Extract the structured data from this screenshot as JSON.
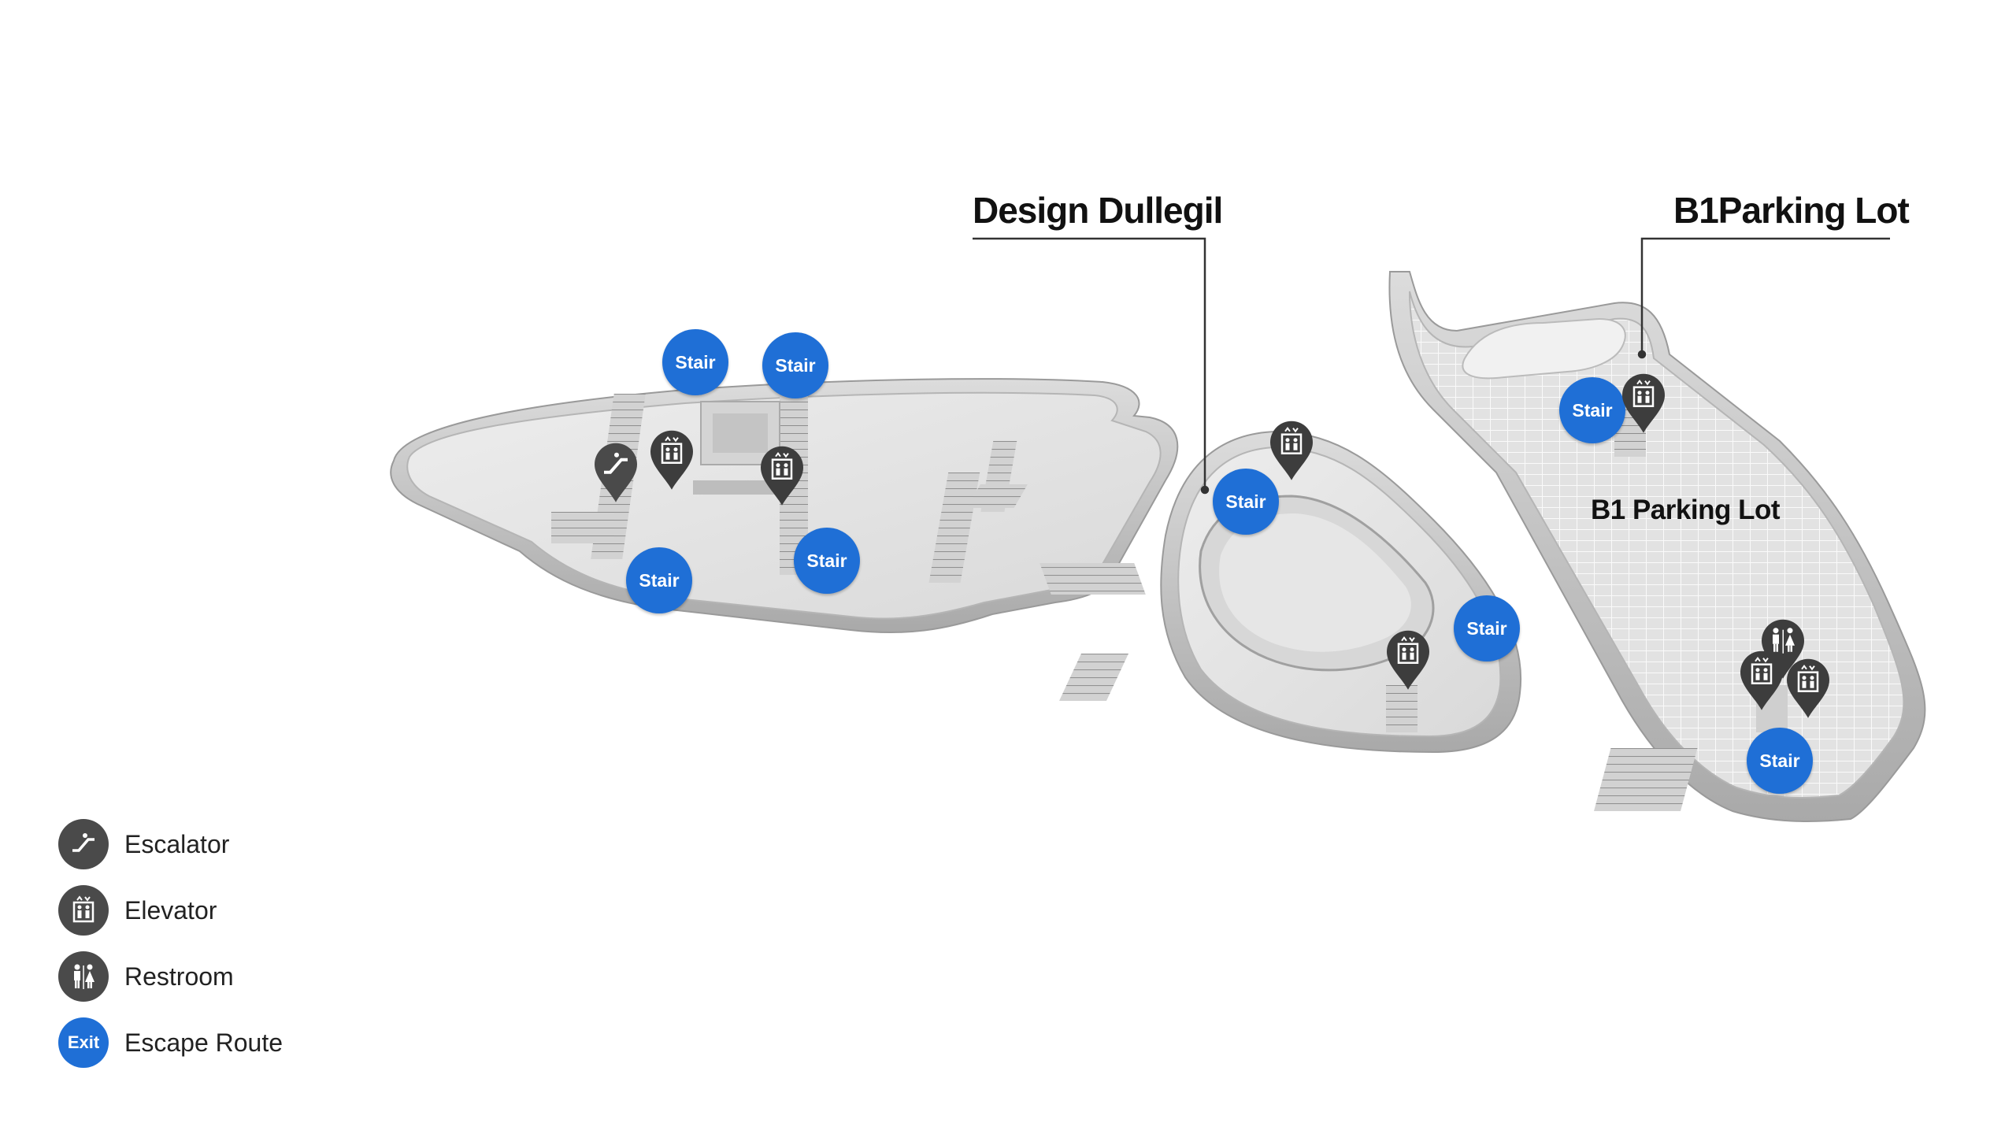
{
  "callouts": {
    "design_dullegil": "Design Dullegil",
    "b1_parking_top": "B1Parking Lot"
  },
  "zone_labels": {
    "b1_parking": "B1 Parking Lot"
  },
  "stair_label": "Stair",
  "stairs": [
    {
      "id": "stair-1",
      "label": "Stair"
    },
    {
      "id": "stair-2",
      "label": "Stair"
    },
    {
      "id": "stair-3",
      "label": "Stair"
    },
    {
      "id": "stair-4",
      "label": "Stair"
    },
    {
      "id": "stair-5",
      "label": "Stair"
    },
    {
      "id": "stair-6",
      "label": "Stair"
    },
    {
      "id": "stair-7",
      "label": "Stair"
    },
    {
      "id": "stair-8",
      "label": "Stair"
    }
  ],
  "pins": [
    {
      "id": "escalator-1",
      "icon": "escalator-icon"
    },
    {
      "id": "elevator-1",
      "icon": "elevator-icon"
    },
    {
      "id": "elevator-2",
      "icon": "elevator-icon"
    },
    {
      "id": "elevator-3",
      "icon": "elevator-icon"
    },
    {
      "id": "elevator-4",
      "icon": "elevator-icon"
    },
    {
      "id": "elevator-5",
      "icon": "elevator-icon"
    },
    {
      "id": "elevator-6",
      "icon": "elevator-icon"
    },
    {
      "id": "elevator-7",
      "icon": "elevator-icon"
    },
    {
      "id": "restroom-1",
      "icon": "restroom-icon"
    }
  ],
  "legend": {
    "escalator": "Escalator",
    "elevator": "Elevator",
    "restroom": "Restroom",
    "exit_badge": "Exit",
    "escape_route": "Escape Route"
  },
  "colors": {
    "stair_blue": "#1f6fd6",
    "pin_gray": "#4a4a4a",
    "floor_light": "#e8e8e8",
    "wall_gray": "#c9c9c9"
  }
}
